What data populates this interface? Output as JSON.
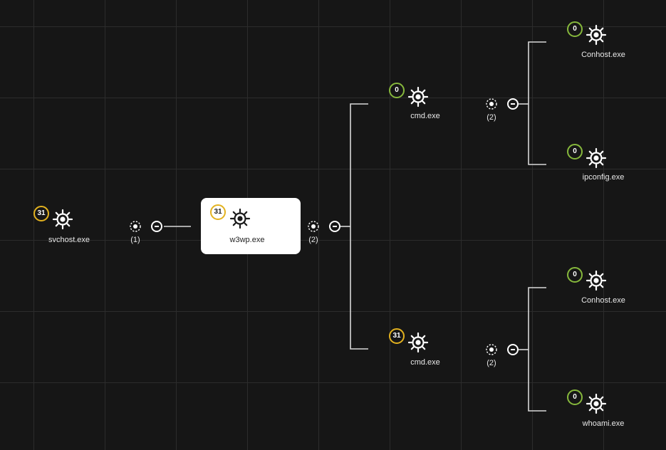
{
  "nodes": {
    "svchost": {
      "name": "svchost.exe",
      "count": "31"
    },
    "w3wp": {
      "name": "w3wp.exe",
      "count": "31"
    },
    "cmd_top": {
      "name": "cmd.exe",
      "count": "0"
    },
    "cmd_bottom": {
      "name": "cmd.exe",
      "count": "31"
    },
    "conhost_top": {
      "name": "Conhost.exe",
      "count": "0"
    },
    "ipconfig": {
      "name": "ipconfig.exe",
      "count": "0"
    },
    "conhost_bottom": {
      "name": "Conhost.exe",
      "count": "0"
    },
    "whoami": {
      "name": "whoami.exe",
      "count": "0"
    }
  },
  "children": {
    "svchost": "(1)",
    "w3wp": "(2)",
    "cmd_top": "(2)",
    "cmd_bottom": "(2)"
  },
  "colors": {
    "badge_high": "#e3b21f",
    "badge_zero": "#86b83c",
    "selected_background": "#ffffff"
  },
  "icons": {
    "process": "process-gear-icon",
    "expand": "expand-children-icon",
    "collapse": "collapse-minus-icon"
  }
}
